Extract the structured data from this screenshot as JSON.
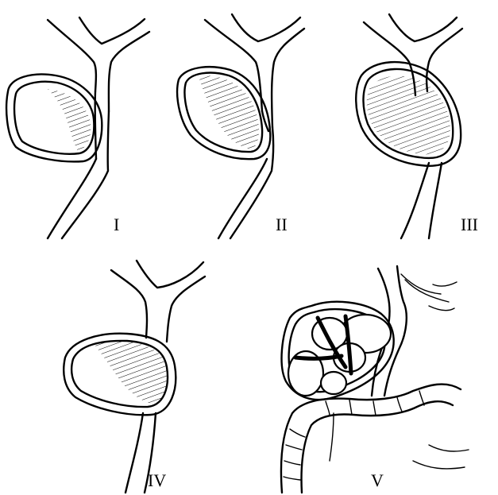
{
  "figure": {
    "panels": [
      {
        "label": "I"
      },
      {
        "label": "II"
      },
      {
        "label": "III"
      },
      {
        "label": "IV"
      },
      {
        "label": "V"
      }
    ]
  }
}
